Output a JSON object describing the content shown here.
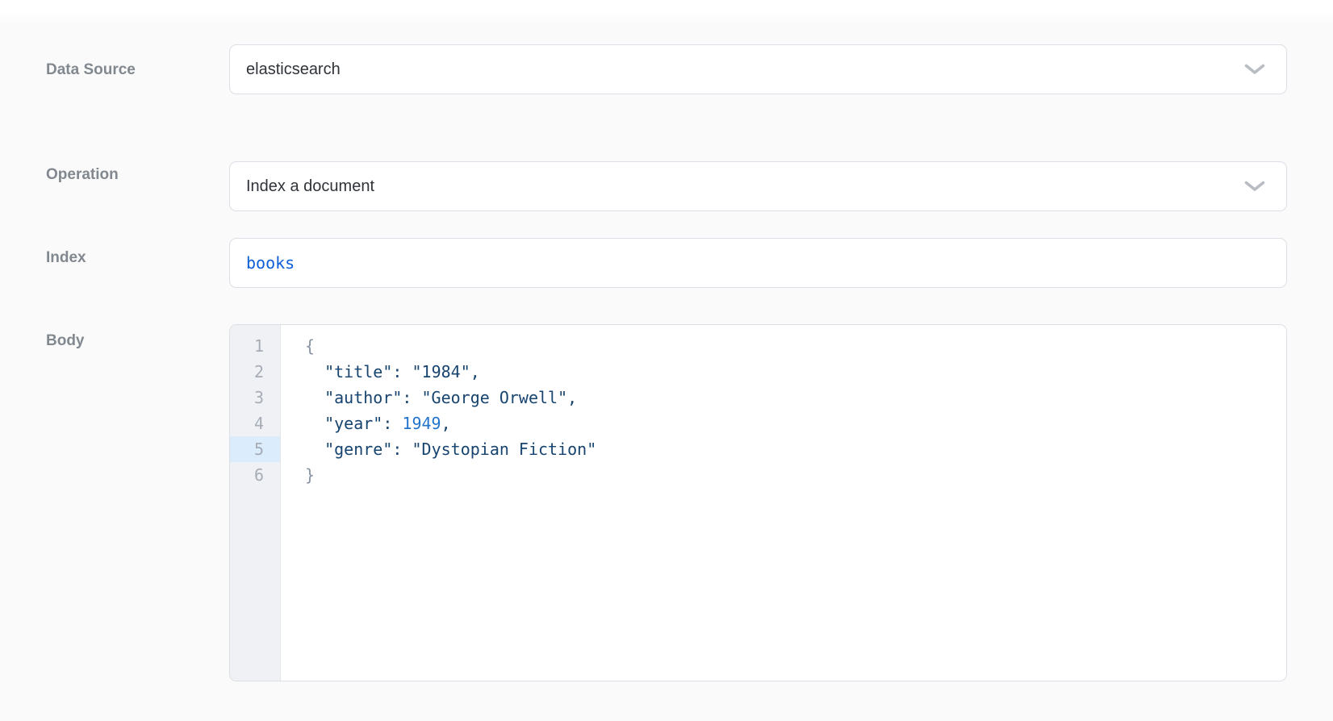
{
  "form": {
    "data_source": {
      "label": "Data Source",
      "value": "elasticsearch"
    },
    "operation": {
      "label": "Operation",
      "value": "Index a document"
    },
    "index": {
      "label": "Index",
      "value": "books"
    },
    "body": {
      "label": "Body",
      "active_line": 5,
      "lines": [
        {
          "number": 1,
          "tokens": [
            {
              "type": "brace",
              "text": "{"
            }
          ]
        },
        {
          "number": 2,
          "tokens": [
            {
              "type": "plain",
              "text": "  "
            },
            {
              "type": "string",
              "text": "\"title\""
            },
            {
              "type": "punct",
              "text": ": "
            },
            {
              "type": "string",
              "text": "\"1984\""
            },
            {
              "type": "punct",
              "text": ","
            }
          ]
        },
        {
          "number": 3,
          "tokens": [
            {
              "type": "plain",
              "text": "  "
            },
            {
              "type": "string",
              "text": "\"author\""
            },
            {
              "type": "punct",
              "text": ": "
            },
            {
              "type": "string",
              "text": "\"George Orwell\""
            },
            {
              "type": "punct",
              "text": ","
            }
          ]
        },
        {
          "number": 4,
          "tokens": [
            {
              "type": "plain",
              "text": "  "
            },
            {
              "type": "string",
              "text": "\"year\""
            },
            {
              "type": "punct",
              "text": ": "
            },
            {
              "type": "number",
              "text": "1949"
            },
            {
              "type": "punct",
              "text": ","
            }
          ]
        },
        {
          "number": 5,
          "tokens": [
            {
              "type": "plain",
              "text": "  "
            },
            {
              "type": "string",
              "text": "\"genre\""
            },
            {
              "type": "punct",
              "text": ": "
            },
            {
              "type": "string",
              "text": "\"Dystopian Fiction\""
            }
          ]
        },
        {
          "number": 6,
          "tokens": [
            {
              "type": "brace",
              "text": "}"
            }
          ]
        }
      ]
    }
  },
  "icons": {
    "data_source_chevron": "chevron-down",
    "operation_chevron": "chevron-down"
  },
  "colors": {
    "input_code_blue": "#0d5ed8",
    "code_string_navy": "#17446f",
    "code_number_blue": "#2274cc",
    "code_brace_gray": "#8995a3",
    "active_line_highlight": "#dbedfc",
    "label_gray": "#82888f",
    "field_border": "#dbdfe6"
  }
}
